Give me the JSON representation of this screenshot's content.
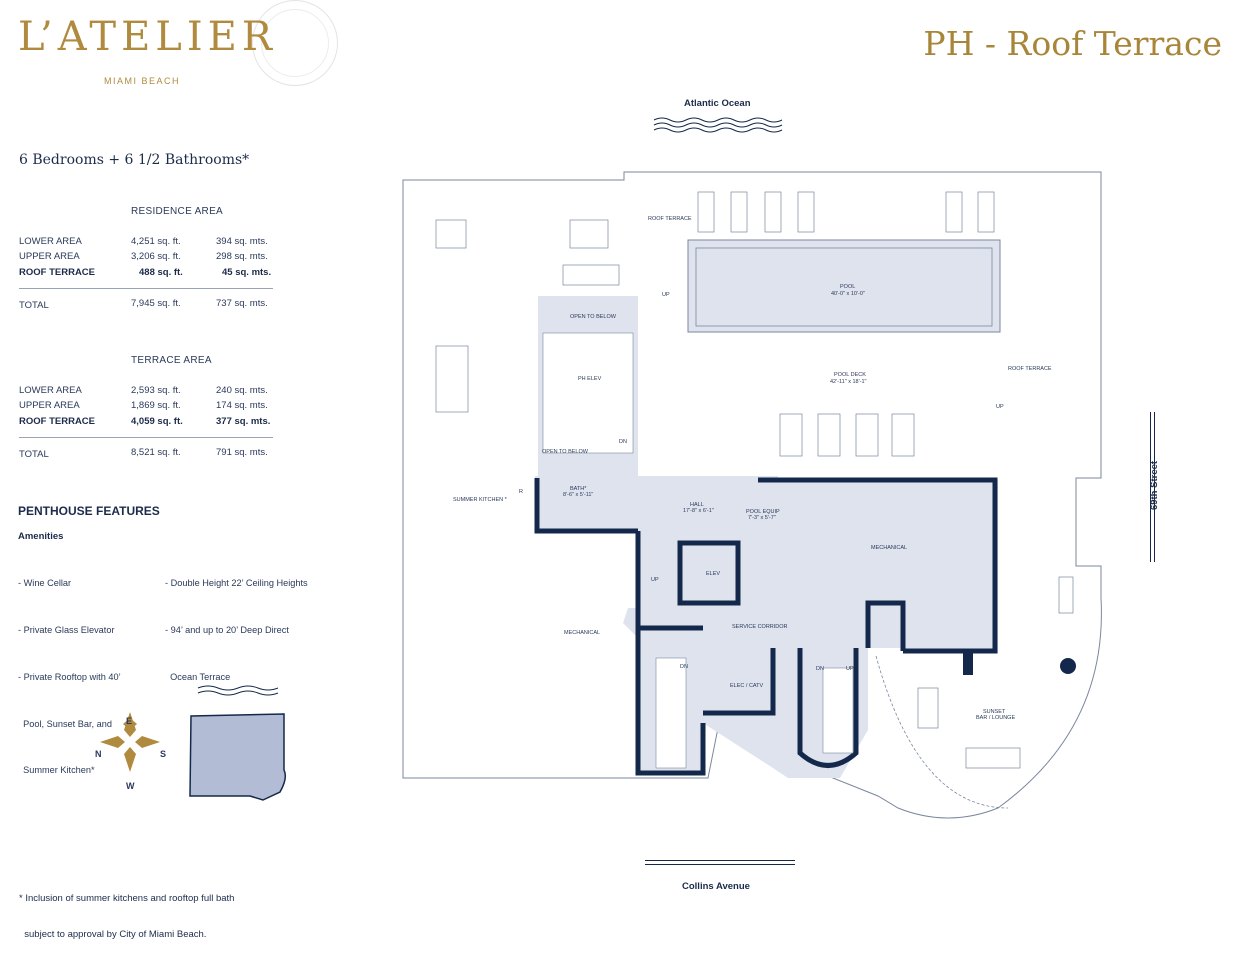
{
  "brand": {
    "logo": "L’ATELIER",
    "sub": "MIAMI BEACH"
  },
  "page_title": "PH - Roof Terrace",
  "unit_summary": "6 Bedrooms + 6 1/2 Bathrooms*",
  "residence_area": {
    "heading": "RESIDENCE AREA",
    "rows": [
      {
        "label": "LOWER AREA",
        "sqft": "4,251 sq. ft.",
        "sqm": "394 sq. mts."
      },
      {
        "label": "UPPER AREA",
        "sqft": "3,206 sq. ft.",
        "sqm": "298 sq. mts."
      },
      {
        "label": "ROOF TERRACE",
        "sqft": "488 sq. ft.",
        "sqm": "45 sq. mts."
      }
    ],
    "total": {
      "label": "TOTAL",
      "sqft": "7,945 sq. ft.",
      "sqm": "737 sq. mts."
    }
  },
  "terrace_area": {
    "heading": "TERRACE AREA",
    "rows": [
      {
        "label": "LOWER AREA",
        "sqft": "2,593 sq. ft.",
        "sqm": "240 sq. mts."
      },
      {
        "label": "UPPER AREA",
        "sqft": "1,869 sq. ft.",
        "sqm": "174 sq. mts."
      },
      {
        "label": "ROOF TERRACE",
        "sqft": "4,059 sq. ft.",
        "sqm": "377 sq. mts."
      }
    ],
    "total": {
      "label": "TOTAL",
      "sqft": "8,521 sq. ft.",
      "sqm": "791 sq. mts."
    }
  },
  "features": {
    "heading": "PENTHOUSE FEATURES",
    "amenities_heading": "Amenities",
    "col1": [
      "- Wine Cellar",
      "- Private Glass Elevator",
      "- Private Rooftop with 40’",
      "  Pool, Sunset Bar, and",
      "  Summer Kitchen*"
    ],
    "col2": [
      "- Double Height 22’ Ceiling Heights",
      "- 94’ and up to 20’ Deep Direct",
      "  Ocean Terrace"
    ]
  },
  "footnote": [
    "* Inclusion of summer kitchens and rooftop full bath",
    "  subject to approval by City of Miami Beach."
  ],
  "compass": {
    "n": "N",
    "e": "E",
    "s": "S",
    "w": "W"
  },
  "streets": {
    "top": "Atlantic Ocean",
    "bottom": "Collins Avenue",
    "right": "69th Street"
  },
  "plan_labels": {
    "roof_terrace_top": "ROOF TERRACE",
    "pool": "POOL",
    "pool_dim": "40'-0\" x 10'-0\"",
    "pool_deck": "POOL DECK",
    "pool_deck_dim": "42'-11\" x 18'-1\"",
    "roof_terrace_right": "ROOF TERRACE",
    "open_below_1": "OPEN TO BELOW",
    "ph_elev": "PH ELEV",
    "open_below_2": "OPEN TO BELOW",
    "up1": "UP",
    "up2": "UP",
    "up3": "UP",
    "up4": "UP",
    "dn1": "DN",
    "dn2": "DN",
    "dn3": "DN",
    "summer_kitchen": "SUMMER KITCHEN *",
    "r": "R",
    "bath": "BATH*",
    "bath_dim": "8'-6\" x 5'-11\"",
    "hall": "HALL",
    "hall_dim": "17'-8\" x 6'-1\"",
    "pool_equip": "POOL EQUIP",
    "pool_equip_dim": "7'-3\" x 5'-7\"",
    "mechanical_1": "MECHANICAL",
    "mechanical_2": "MECHANICAL",
    "elev": "ELEV",
    "service_corridor": "SERVICE CORRIDOR",
    "elec_catv": "ELEC / CATV",
    "sunset_bar": "SUNSET",
    "sunset_bar_2": "BAR / LOUNGE"
  },
  "colors": {
    "gold": "#b08a3e",
    "navy": "#13284b",
    "room_fill": "#dfe3ee",
    "wall": "#13284b"
  }
}
